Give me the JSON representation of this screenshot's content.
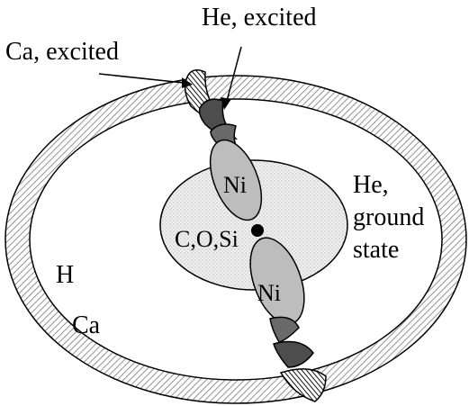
{
  "labels": {
    "he_excited": "He, excited",
    "ca_excited": "Ca, excited",
    "he_ground_line1": "He,",
    "he_ground_line2": "ground",
    "he_ground_line3": "state",
    "ni_upper": "Ni",
    "ni_lower": "Ni",
    "core": "C,O,Si",
    "h_shell": "H",
    "ca_shell": "Ca"
  }
}
